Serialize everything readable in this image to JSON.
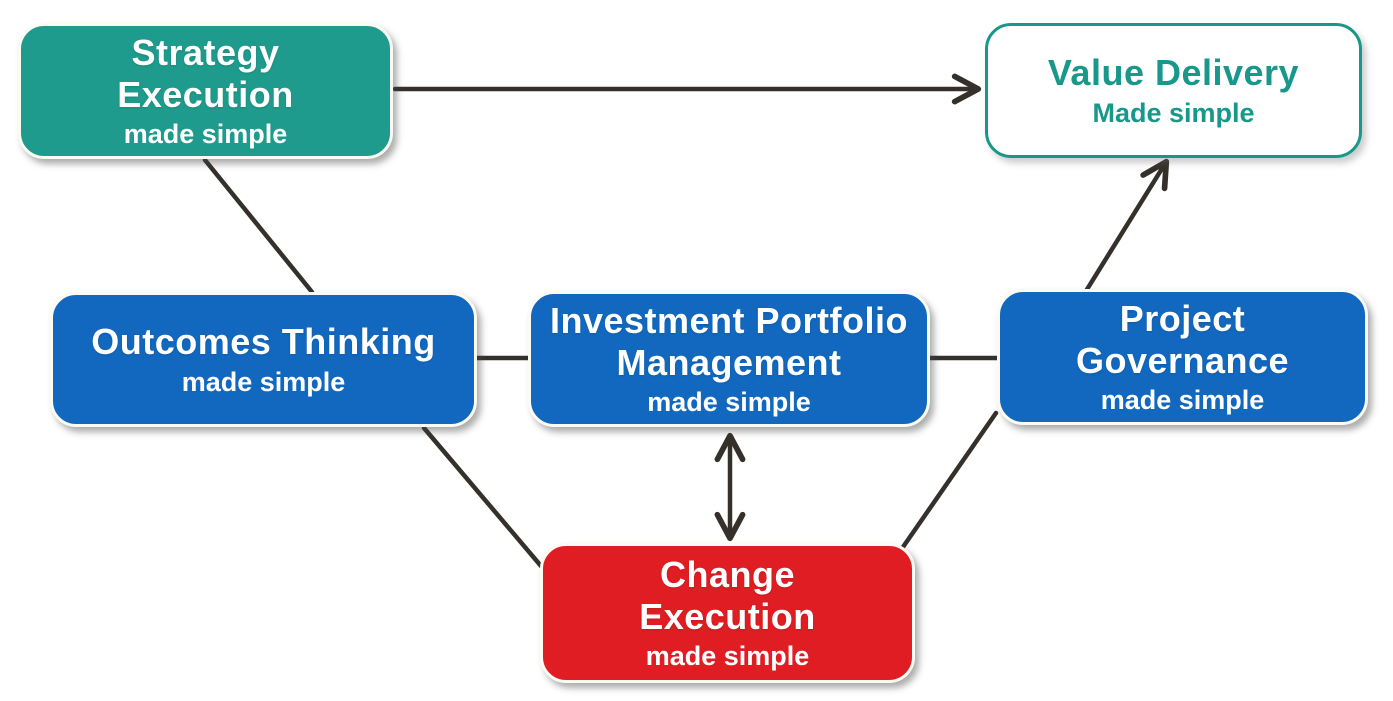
{
  "diagram": {
    "line_color": "#35302a",
    "nodes": {
      "strategy_execution": {
        "line1": "Strategy",
        "line2": "Execution",
        "subtitle": "made simple",
        "fill": "#1e9b8c",
        "text_color": "#ffffff"
      },
      "value_delivery": {
        "line1": "Value Delivery",
        "subtitle": "Made simple",
        "fill": "#ffffff",
        "text_color": "#17988a",
        "border_color": "#17988a"
      },
      "outcomes_thinking": {
        "line1": "Outcomes Thinking",
        "subtitle": "made simple",
        "fill": "#1268be",
        "text_color": "#ffffff"
      },
      "investment_portfolio_management": {
        "line1": "Investment Portfolio",
        "line2": "Management",
        "subtitle": "made simple",
        "fill": "#1268be",
        "text_color": "#ffffff"
      },
      "project_governance": {
        "line1": "Project",
        "line2": "Governance",
        "subtitle": "made simple",
        "fill": "#1268be",
        "text_color": "#ffffff"
      },
      "change_execution": {
        "line1": "Change",
        "line2": "Execution",
        "subtitle": "made simple",
        "fill": "#e01d23",
        "text_color": "#ffffff"
      }
    },
    "edges": [
      {
        "from": "strategy_execution",
        "to": "value_delivery",
        "style": "arrow"
      },
      {
        "from": "strategy_execution",
        "to": "outcomes_thinking",
        "style": "line"
      },
      {
        "from": "outcomes_thinking",
        "to": "investment_portfolio_management",
        "style": "line"
      },
      {
        "from": "investment_portfolio_management",
        "to": "project_governance",
        "style": "line"
      },
      {
        "from": "project_governance",
        "to": "value_delivery",
        "style": "arrow"
      },
      {
        "from": "outcomes_thinking",
        "to": "change_execution",
        "style": "line"
      },
      {
        "from": "change_execution",
        "to": "project_governance",
        "style": "line"
      },
      {
        "from": "change_execution",
        "to": "investment_portfolio_management",
        "style": "double-arrow"
      }
    ]
  }
}
